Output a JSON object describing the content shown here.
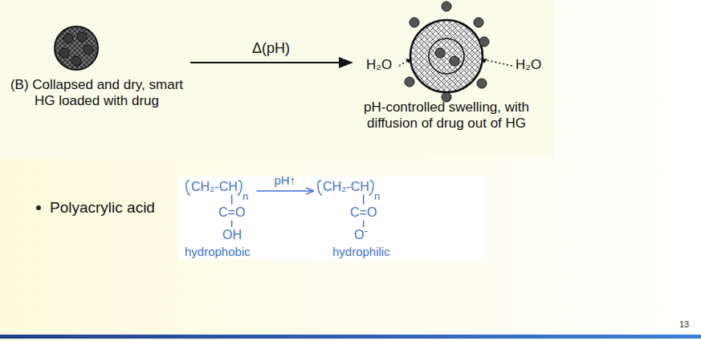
{
  "diagram": {
    "nodes": [
      {
        "text": [
          "(B) Collapsed and dry, smart HG loaded with drug"
        ]
      },
      {
        "text": [
          "pH-controlled swelling, with diffusion of drug out of HG"
        ]
      },
      {
        "text": [
          "CH₂-CH",
          "n",
          "C=O",
          "OH",
          "hydrophobic"
        ]
      },
      {
        "text": [
          "CH₂-CH",
          "n",
          "C=O",
          "O⁻",
          "hydrophilic"
        ]
      }
    ],
    "edges": [
      {
        "from": 0,
        "to": 1,
        "label": "Δ(pH)",
        "arrow": "to"
      },
      {
        "from": 2,
        "to": 3,
        "label": "pH↑",
        "arrow": "to"
      }
    ],
    "labels": [
      "H₂O",
      "H₂O",
      "Polyacrylic acid",
      "13"
    ]
  }
}
